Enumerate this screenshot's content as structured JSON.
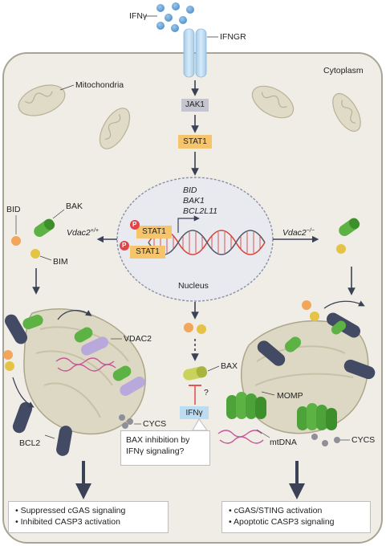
{
  "labels": {
    "ifng": "IFNγ",
    "ifngr": "IFNGR",
    "cytoplasm": "Cytoplasm",
    "mitochondria": "Mitochondria",
    "jak1": "JAK1",
    "stat1_top": "STAT1",
    "stat1_a": "STAT1",
    "stat1_b": "STAT1",
    "p_a": "P",
    "p_b": "P",
    "gene1": "BID",
    "gene2": "BAK1",
    "gene3": "BCL2L11",
    "nucleus": "Nucleus",
    "bid": "BID",
    "bak": "BAK",
    "bim": "BIM",
    "vdac2_wt": "Vdac2",
    "vdac2_wt_sup": "+/+",
    "vdac2_ko": "Vdac2",
    "vdac2_ko_sup": "−/−",
    "vdac2": "VDAC2",
    "bax": "BAX",
    "question": "?",
    "ifng_box": "IFNγ",
    "momp": "MOMP",
    "bcl2": "BCL2",
    "cycs_left": "CYCS",
    "cycs_right": "CYCS",
    "mtdna": "mtDNA",
    "callout": [
      "BAX inhibition by",
      "IFNγ signaling?"
    ],
    "left_outcome": [
      "• Suppressed cGAS signaling",
      "• Inhibited CASP3 activation"
    ],
    "right_outcome": [
      "• cGAS/STING activation",
      "• Apoptotic CASP3 signaling"
    ]
  },
  "colors": {
    "cell_fill": "#efede6",
    "cell_border": "#a9a594",
    "receptor": "#bcdcf2",
    "ifng_dot": "#5f9fd2",
    "jak1": "#c5c5d2",
    "stat1": "#f6c46a",
    "phospho": "#e0454a",
    "dna_red": "#d8453b",
    "dna_dark": "#555a66",
    "nucleus_fill": "#e8eaf0",
    "bak_green": "#5db244",
    "bax_yellow": "#c9d25a",
    "bid_orange": "#f2a65b",
    "bim_yellow": "#e5c347",
    "vdac2_purple": "#b8a8dc",
    "bcl2_navy": "#434a63",
    "mito_fill": "#ddd8c3",
    "arrow": "#3b4256",
    "mtdna_pink": "#c6579a"
  }
}
